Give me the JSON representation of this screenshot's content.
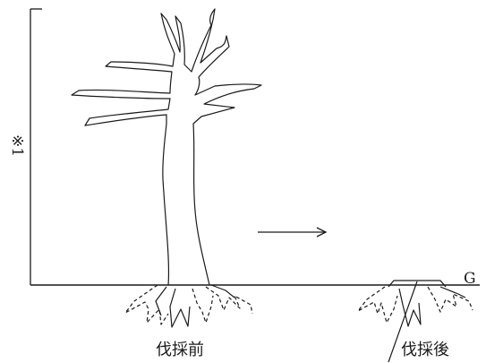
{
  "figure": {
    "height_marker_label": "※1",
    "ground_label": "G",
    "before_label": "伐採前",
    "after_label": "伐採後"
  },
  "colors": {
    "ink": "#1a1a1a",
    "background": "#ffffff"
  },
  "icons": {
    "transition_arrow": "arrow-right-icon"
  }
}
